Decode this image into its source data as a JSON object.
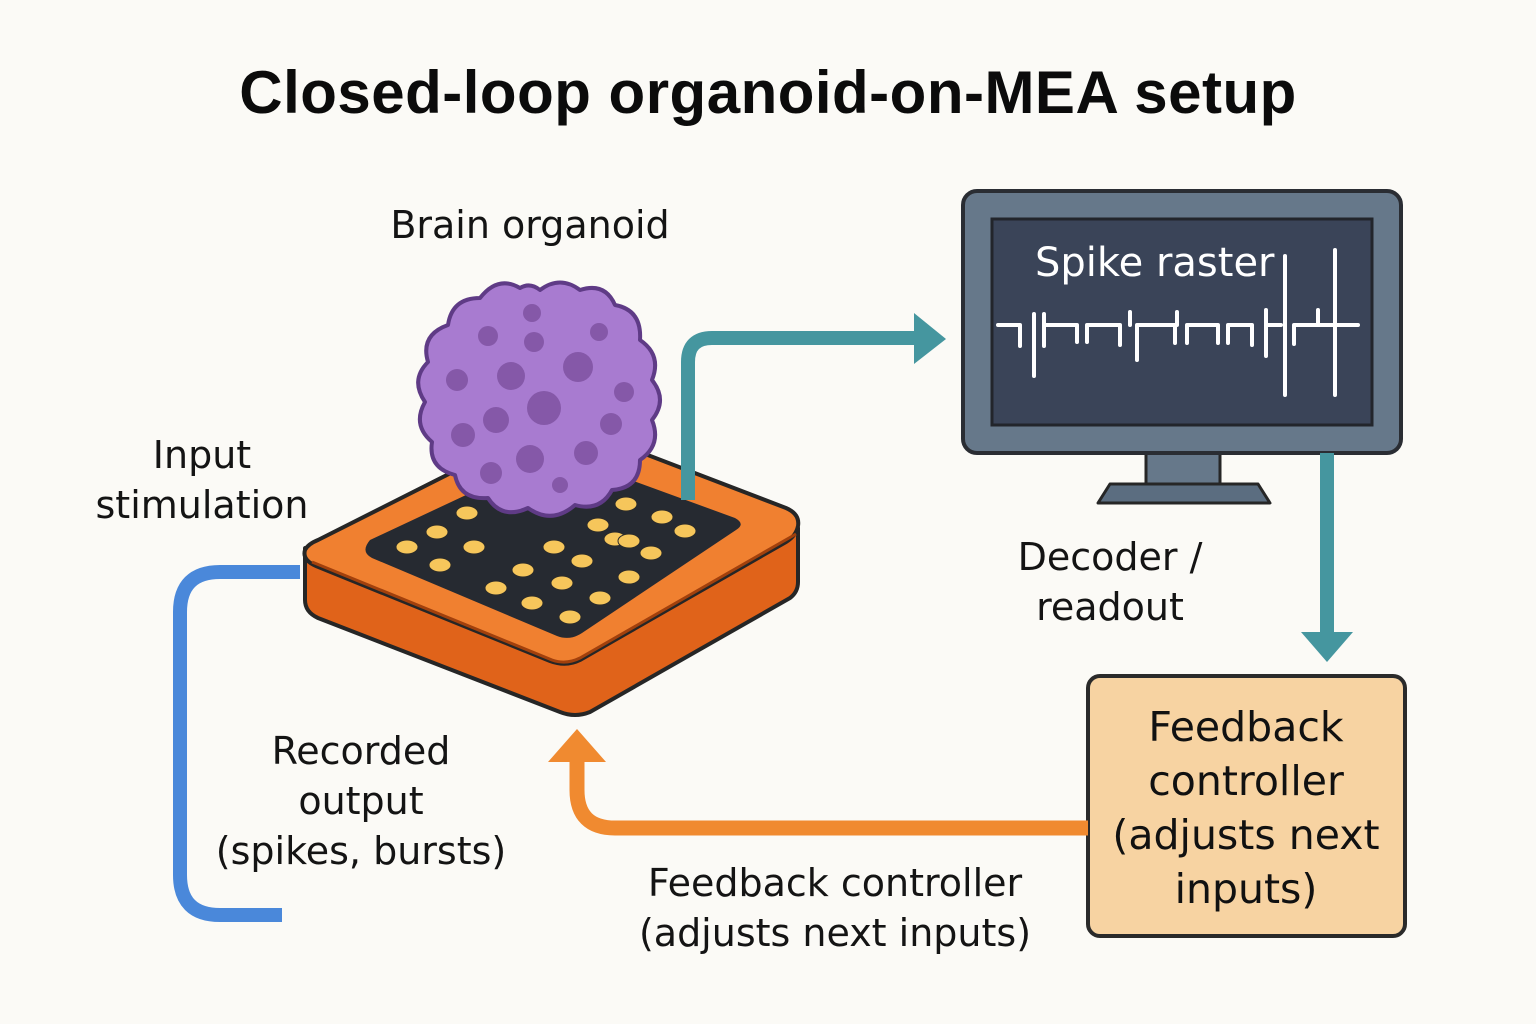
{
  "title": "Closed-loop organoid-on-MEA setup",
  "labels": {
    "brain_organoid": "Brain organoid",
    "input_stimulation_line1": "Input",
    "input_stimulation_line2": "stimulation",
    "recorded_output_line1": "Recorded",
    "recorded_output_line2": "output",
    "recorded_output_line3": "(spikes, bursts)",
    "decoder_line1": "Decoder /",
    "decoder_line2": "readout",
    "feedback_arrow_line1": "Feedback controller",
    "feedback_arrow_line2": "(adjusts next inputs)"
  },
  "monitor": {
    "screen_title": "Spike raster"
  },
  "controller_box": {
    "line1": "Feedback",
    "line2": "controller",
    "line3": "(adjusts next",
    "line4": "inputs)"
  },
  "colors": {
    "background": "#fbfaf6",
    "organoid": "#a87bd0",
    "organoid_spots": "#8558a8",
    "mea_base": "#ee7a2a",
    "mea_surface": "#262a31",
    "electrode": "#f6c65b",
    "monitor_frame": "#66788a",
    "monitor_screen": "#3a4458",
    "teal_arrow": "#45969f",
    "blue_line": "#4a88da",
    "orange_arrow": "#f08a30",
    "controller_fill": "#f7d3a2"
  }
}
